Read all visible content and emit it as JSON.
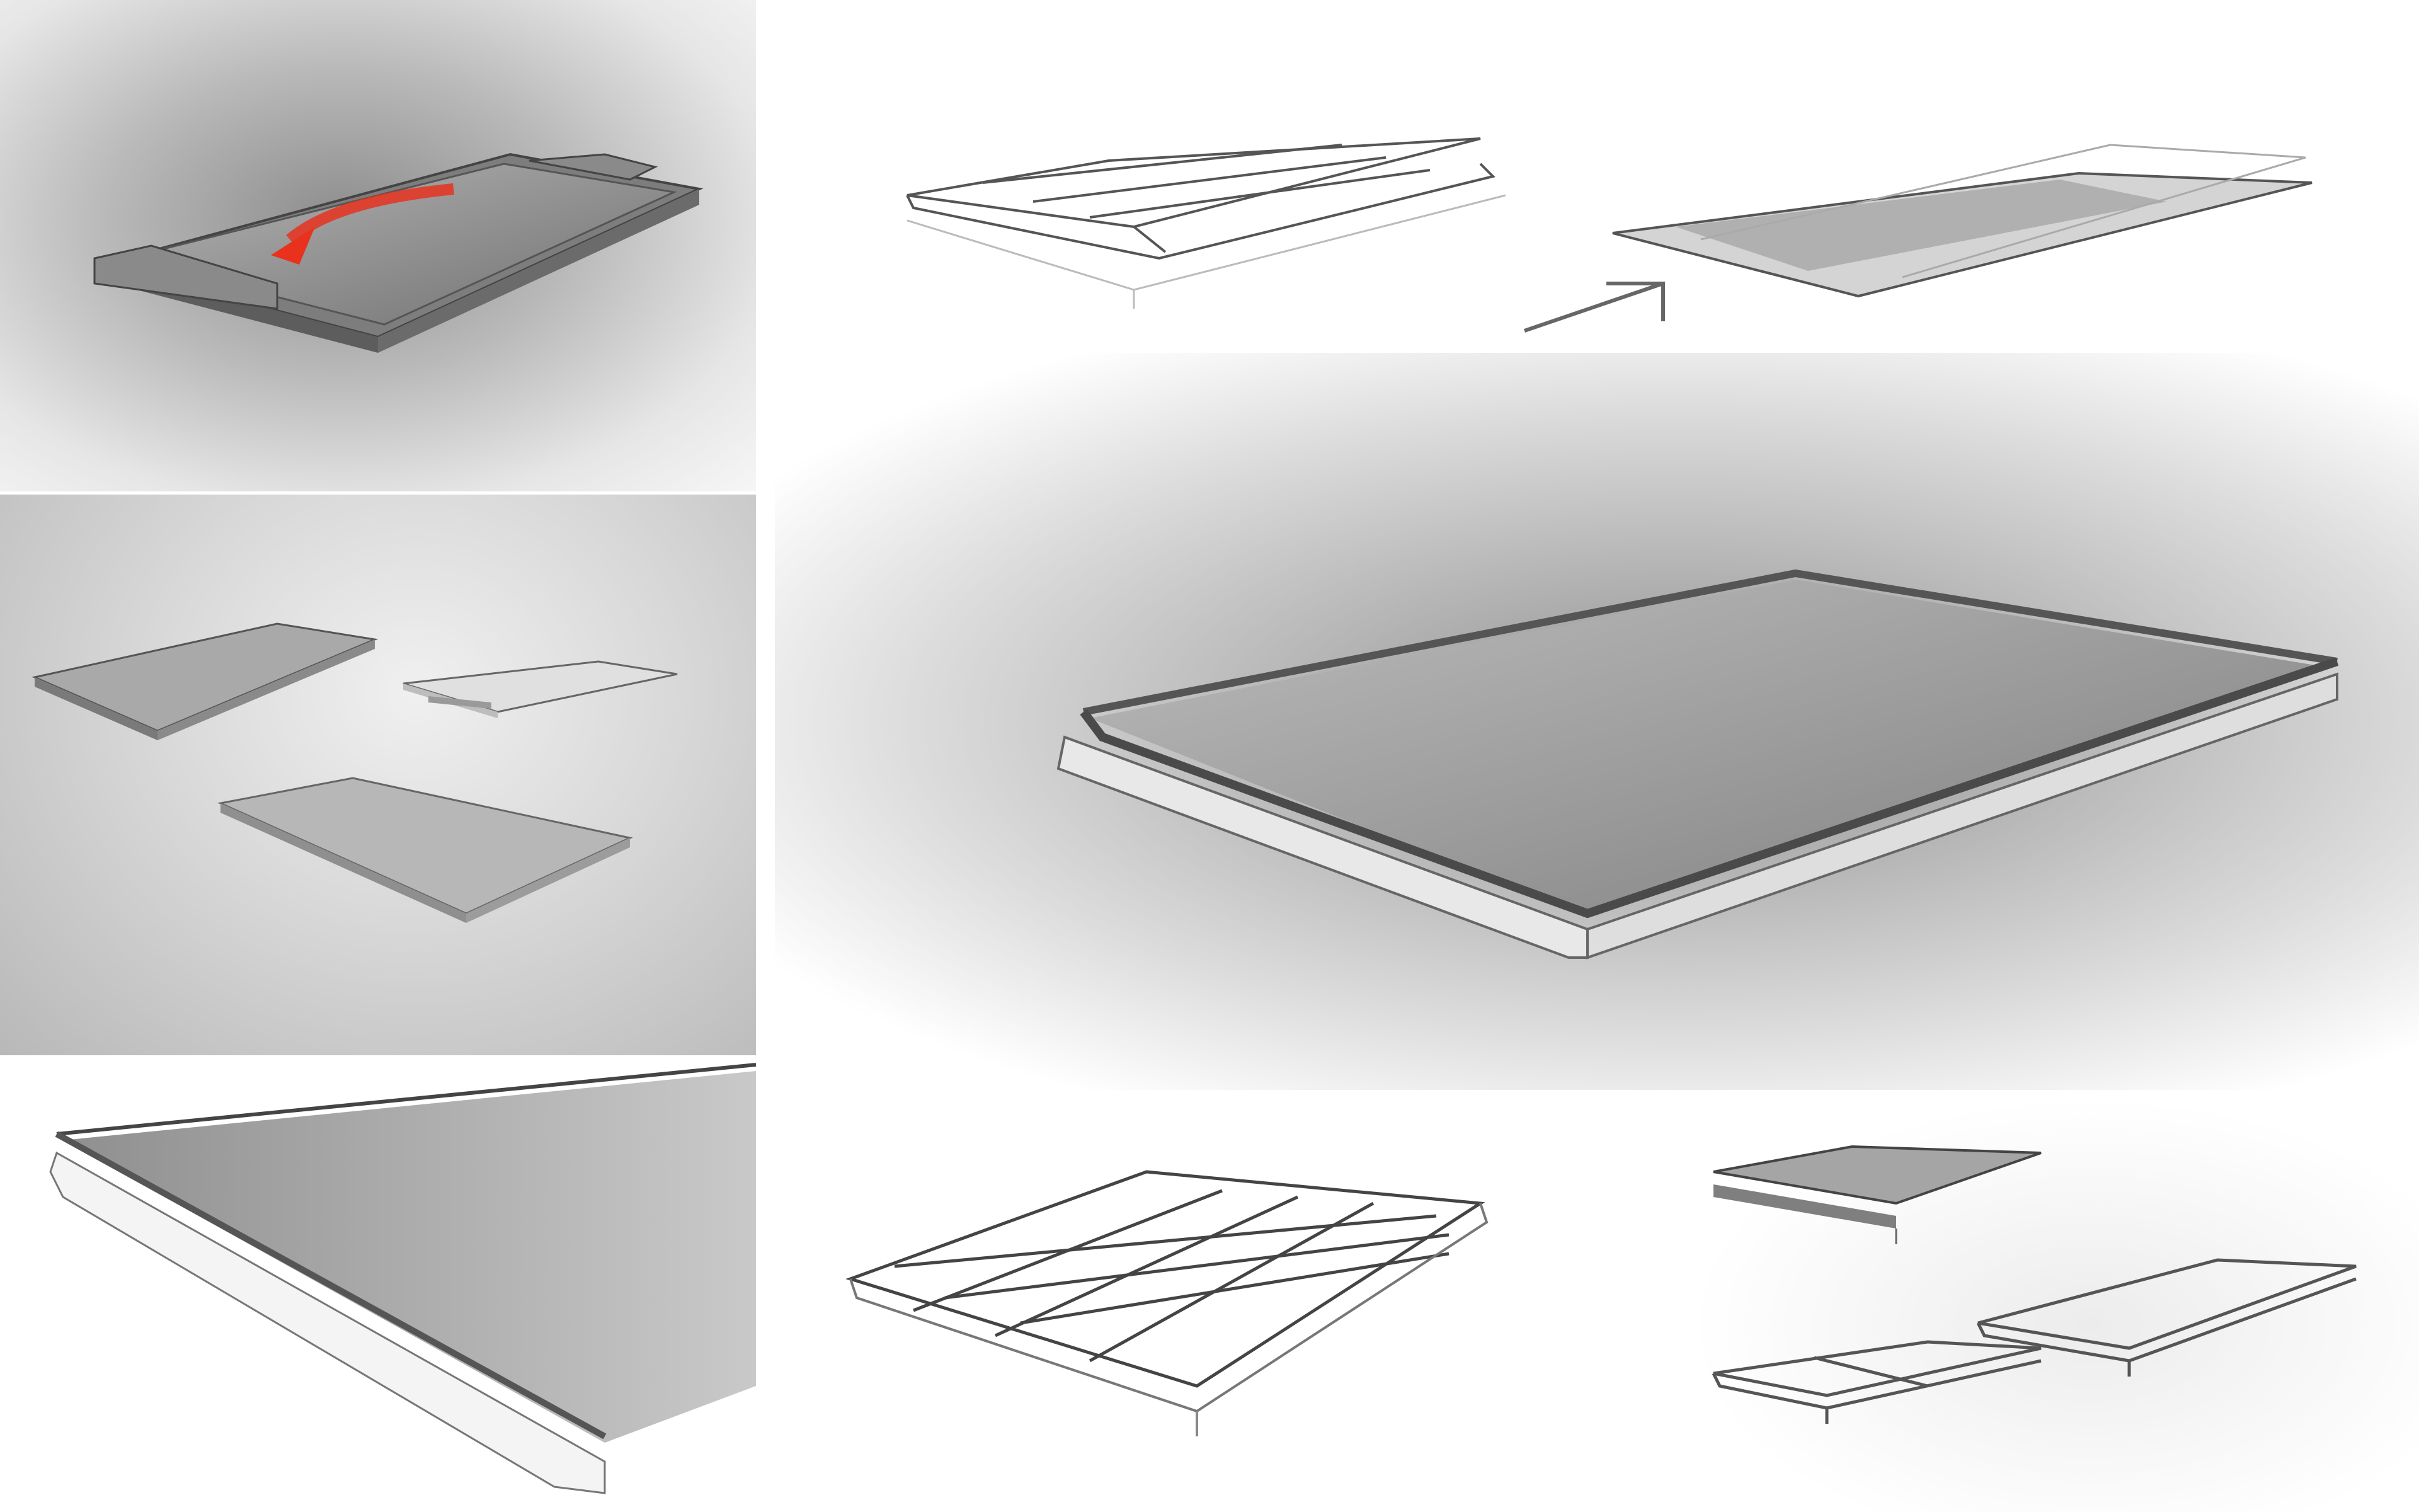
{
  "sheet": {
    "panels": [
      {
        "name": "griddle-tray-with-arrow",
        "highlight_color": "#e8321e"
      },
      {
        "name": "three-tray-variants"
      },
      {
        "name": "tray-edge-closeup"
      },
      {
        "name": "grate-frame-sketch"
      },
      {
        "name": "tray-slide-in-sketch"
      },
      {
        "name": "side-elevation-sketch"
      },
      {
        "name": "main-tray-render"
      },
      {
        "name": "burner-grate-sketch"
      },
      {
        "name": "frame-variants-sketch"
      }
    ]
  },
  "colors": {
    "accent_arrow": "#e8321e",
    "sketch_line": "#555555",
    "tray_fill": "#9a9a9a"
  }
}
